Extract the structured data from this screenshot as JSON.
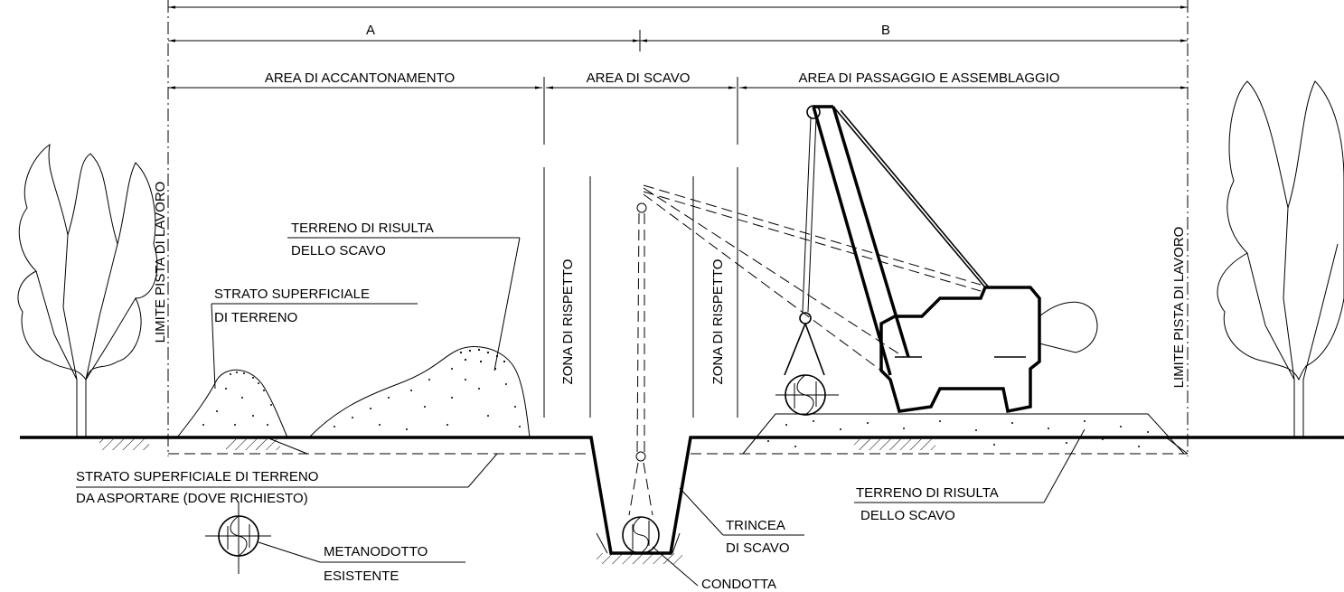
{
  "dimensions": {
    "a": "A",
    "b": "B",
    "area_accantonamento": "AREA DI ACCANTONAMENTO",
    "area_scavo": "AREA DI SCAVO",
    "area_passaggio": "AREA DI PASSAGGIO E ASSEMBLAGGIO"
  },
  "limits": {
    "left": "LIMITE PISTA DI LAVORO",
    "right": "LIMITE PISTA DI LAVORO"
  },
  "zones": {
    "left": "ZONA DI RISPETTO",
    "right": "ZONA DI RISPETTO"
  },
  "labels": {
    "terreno_risulta_left_1": "TERRENO DI RISULTA",
    "terreno_risulta_left_2": "DELLO SCAVO",
    "strato_superficiale_1": "STRATO SUPERFICIALE",
    "strato_superficiale_2": "DI TERRENO",
    "strato_asportare_1": "STRATO SUPERFICIALE DI TERRENO",
    "strato_asportare_2": "DA ASPORTARE (DOVE RICHIESTO)",
    "metanodotto_1": "METANODOTTO",
    "metanodotto_2": "ESISTENTE",
    "trincea_1": "TRINCEA",
    "trincea_2": "DI SCAVO",
    "condotta": "CONDOTTA",
    "terreno_risulta_right_1": "TERRENO DI RISULTA",
    "terreno_risulta_right_2": "DELLO SCAVO"
  }
}
